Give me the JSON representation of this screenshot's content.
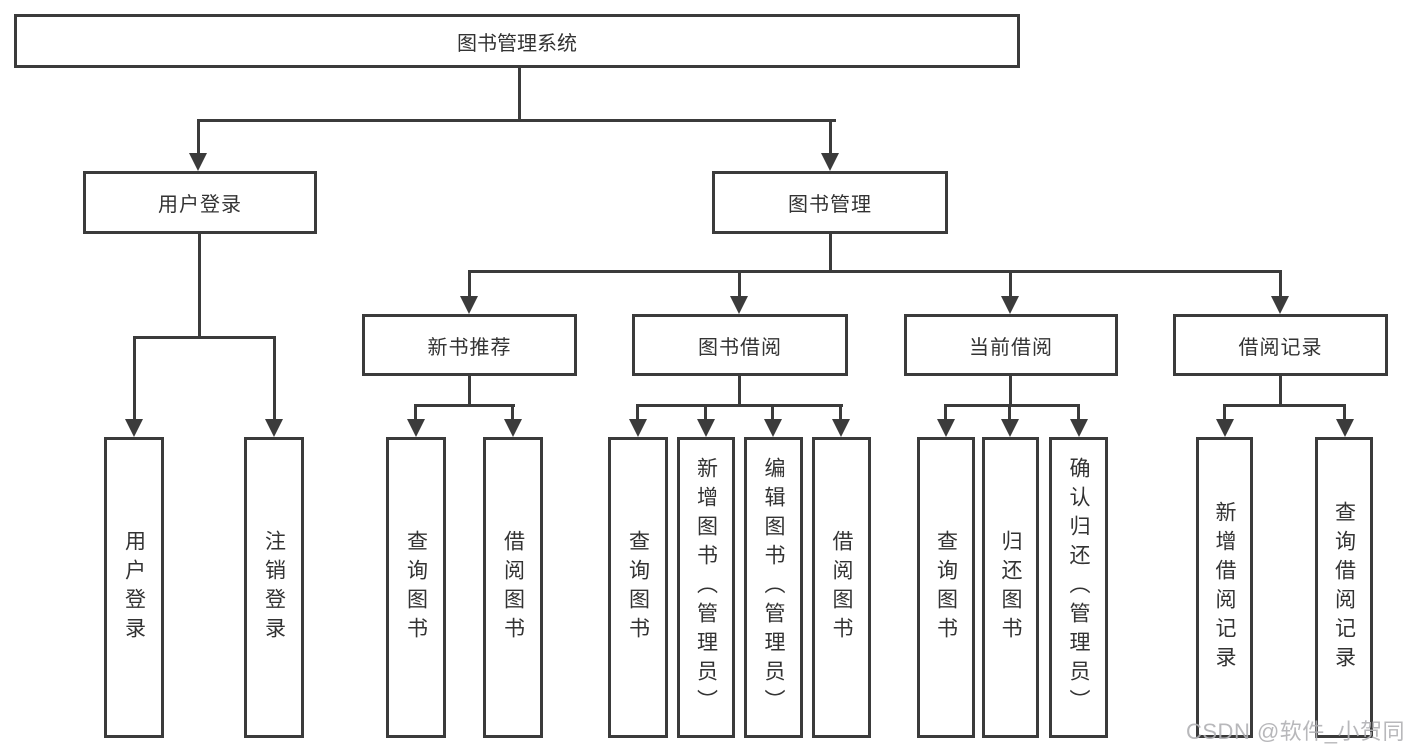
{
  "diagram_type": "hierarchy-tree",
  "colors": {
    "line": "#3b3b3b",
    "text": "#333333",
    "background": "#ffffff",
    "watermark": "#b1b1b4"
  },
  "watermark": {
    "text": "CSDN @软件_小贺同学"
  },
  "tree": {
    "label": "图书管理系统",
    "children": [
      {
        "label": "用户登录",
        "children": [
          {
            "label": "用户登录"
          },
          {
            "label": "注销登录"
          }
        ]
      },
      {
        "label": "图书管理",
        "children": [
          {
            "label": "新书推荐",
            "children": [
              {
                "label": "查询图书"
              },
              {
                "label": "借阅图书"
              }
            ]
          },
          {
            "label": "图书借阅",
            "children": [
              {
                "label": "查询图书"
              },
              {
                "label": "新增图书（管理员）"
              },
              {
                "label": "编辑图书（管理员）"
              },
              {
                "label": "借阅图书"
              }
            ]
          },
          {
            "label": "当前借阅",
            "children": [
              {
                "label": "查询图书"
              },
              {
                "label": "归还图书"
              },
              {
                "label": "确认归还（管理员）"
              }
            ]
          },
          {
            "label": "借阅记录",
            "children": [
              {
                "label": "新增借阅记录"
              },
              {
                "label": "查询借阅记录"
              }
            ]
          }
        ]
      }
    ]
  }
}
